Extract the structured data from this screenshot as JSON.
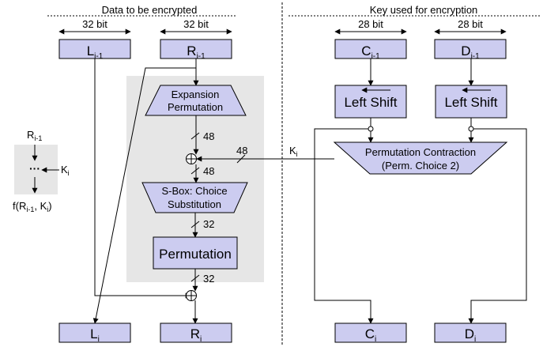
{
  "headers": {
    "left": "Data to be encrypted",
    "right": "Key used for encryption"
  },
  "bit_widths": {
    "l_in": "32 bit",
    "r_in": "32 bit",
    "c_in": "28 bit",
    "d_in": "28 bit"
  },
  "inputs": {
    "l": {
      "main": "L",
      "sub": "i-1"
    },
    "r": {
      "main": "R",
      "sub": "i-1"
    },
    "c": {
      "main": "C",
      "sub": "i-1"
    },
    "d": {
      "main": "D",
      "sub": "i-1"
    }
  },
  "outputs": {
    "l": {
      "main": "L",
      "sub": "i"
    },
    "r": {
      "main": "R",
      "sub": "i"
    },
    "c": {
      "main": "C",
      "sub": "i"
    },
    "d": {
      "main": "D",
      "sub": "i"
    }
  },
  "blocks": {
    "expansion": [
      "Expansion",
      "Permutation"
    ],
    "sbox": [
      "S-Box: Choice",
      "Substitution"
    ],
    "permutation": "Permutation",
    "left_shift_c": "Left Shift",
    "left_shift_d": "Left Shift",
    "contraction": [
      "Permutation Contraction",
      "(Perm. Choice 2)"
    ]
  },
  "bus_labels": {
    "after_expansion": "48",
    "key_into_xor": "48",
    "after_xor": "48",
    "after_sbox": "32",
    "after_permutation": "32"
  },
  "key_label": {
    "main": "K",
    "sub": "i"
  },
  "legend": {
    "r": {
      "main": "R",
      "sub": "i-1"
    },
    "dots": "···",
    "k": {
      "main": "K",
      "sub": "i"
    },
    "f_prefix": "f(R",
    "f_sub1": "i-1",
    "f_mid": ", K",
    "f_sub2": "i",
    "f_suffix": ")"
  },
  "colors": {
    "box_fill": "#ccccf0",
    "shade": "#e6e6e6"
  }
}
